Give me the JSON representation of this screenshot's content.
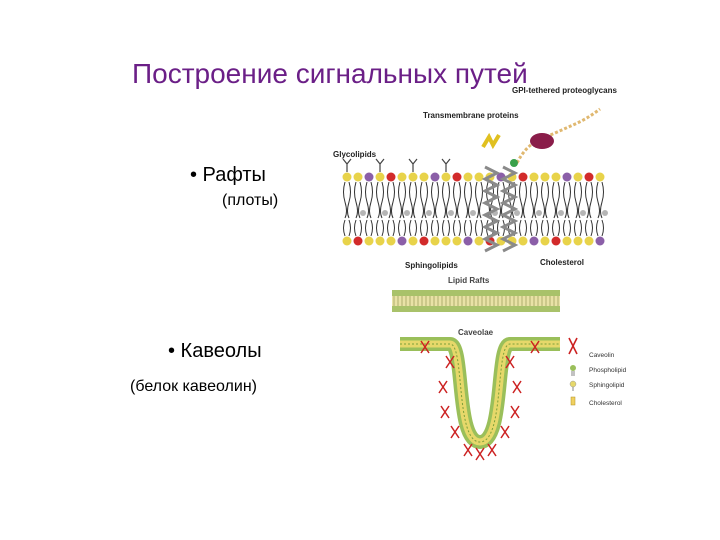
{
  "slide": {
    "title": "Построение сигнальных путей",
    "bullets": [
      {
        "label": "• Рафты",
        "sub": "(плоты)"
      },
      {
        "label": "• Кавеолы",
        "sub": "(белок кавеолин)"
      }
    ]
  },
  "raft_figure": {
    "labels": {
      "gpi": "GPI-tethered proteoglycans",
      "transmembrane": "Transmembrane proteins",
      "glycolipids": "Glycolipids",
      "sphingolipids": "Sphingolipids",
      "cholesterol": "Cholesterol"
    },
    "colors": {
      "head_yellow": "#e8d34a",
      "head_red": "#d22b2b",
      "head_purple": "#8b5fa8",
      "tail": "#333333",
      "helix": "#888888"
    }
  },
  "lipid_rafts": {
    "label": "Lipid Rafts"
  },
  "caveolae_figure": {
    "title": "Caveolae",
    "legend": [
      "Caveolin",
      "Phospholipid",
      "Sphingolipid",
      "Cholesterol"
    ],
    "colors": {
      "caveolin": "#cc2222",
      "membrane_green": "#9abf5a",
      "membrane_yellow": "#e6d86a"
    }
  }
}
